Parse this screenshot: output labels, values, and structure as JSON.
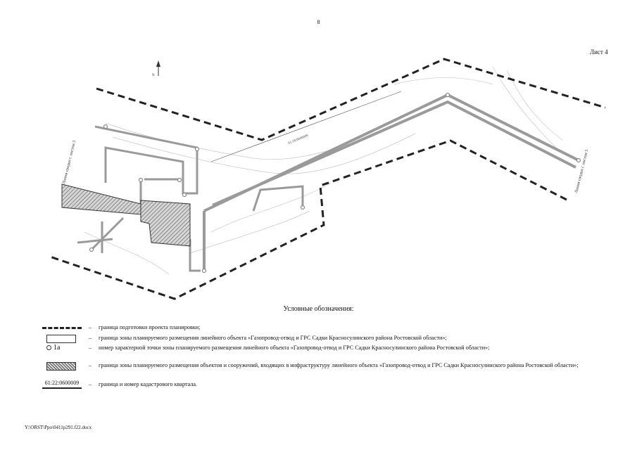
{
  "page_number": "8",
  "sheet_label": "Лист 4",
  "map": {
    "cadastral_quarter": "61:18:0600009",
    "line_left": "Линия сводки с листом 3",
    "line_right": "Линия сводки с листом 5",
    "north_label": "N"
  },
  "legend": {
    "title": "Условные обозначения:",
    "items": [
      {
        "symbol": "dashed-line",
        "text": "граница подготовки проекта планировки;"
      },
      {
        "symbol": "empty-rect",
        "text": "граница зоны планируемого размещения линейного объекта «Газопровод-отвод и ГРС Садки Красносулинского района Ростовской области»;"
      },
      {
        "symbol": "point",
        "symbol_label": "1а",
        "text": "номер характерной точки зоны планируемого размещения линейного объекта «Газопровод-отвод и ГРС Садки Красносулинского района Ростовской области»;"
      },
      {
        "symbol": "hatched-rect",
        "text": "граница зоны планируемого размещения объектов и сооружений, входящих в инфраструктуру линейного объекта «Газопровод-отвод и ГРС Садки Красносулинского района Ростовской области»;"
      },
      {
        "symbol": "cadastral",
        "symbol_label": "61:22:0600009",
        "text": "граница и номер кадастрового квартала."
      }
    ]
  },
  "footer_path": "Y:\\ORST\\Ppo\\0411p291.f22.docx",
  "colors": {
    "route": "#9a9a9a",
    "boundary": "#222222",
    "hatch": "#555555",
    "contour": "#bdbdbd"
  }
}
